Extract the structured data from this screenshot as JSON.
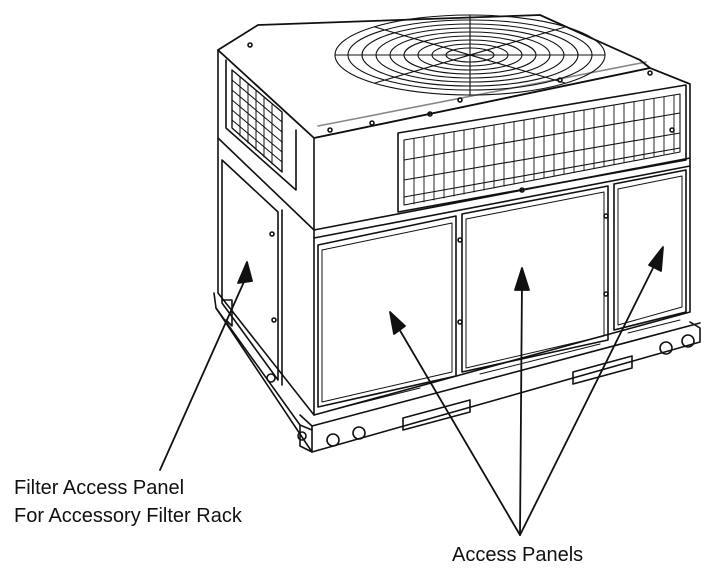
{
  "labels": {
    "filter_line1": "Filter Access Panel",
    "filter_line2": "For Accessory Filter Rack",
    "access_panels": "Access Panels"
  },
  "colors": {
    "line": "#111111",
    "background": "#ffffff"
  },
  "icons": [
    "fan-grille-icon",
    "arrow-icon"
  ]
}
